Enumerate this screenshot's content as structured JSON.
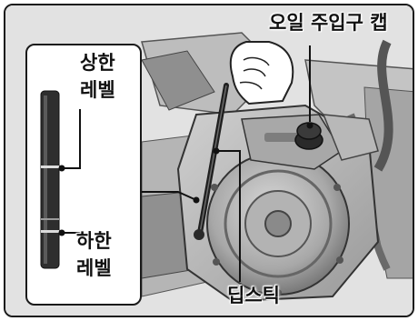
{
  "labels": {
    "oil_filler_cap": "오일 주입구 캡",
    "upper_level_line1": "상한",
    "upper_level_line2": "레벨",
    "lower_level_line1": "하한",
    "lower_level_line2": "레벨",
    "dipstick": "딥스틱"
  },
  "colors": {
    "photo_background": "#e6e6e6",
    "engine_dark": "#2a2a2a",
    "engine_mid": "#8c8c8c",
    "inset_background": "#ffffff",
    "outline": "#1a1a1a"
  }
}
